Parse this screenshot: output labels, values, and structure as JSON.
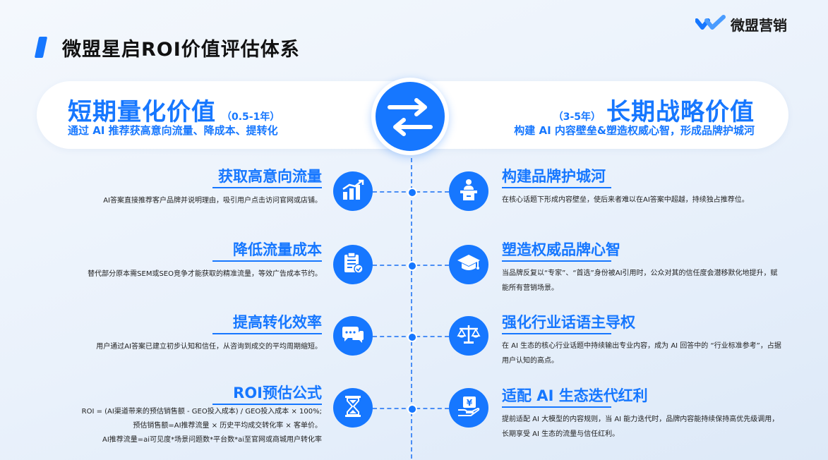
{
  "page_title": "微盟星启ROI价值评估体系",
  "brand": {
    "name": "微盟营销",
    "color": "#1677ff"
  },
  "banner": {
    "left_title": "短期量化价值",
    "left_period": "（0.5-1年）",
    "left_subtitle": "通过 AI 推荐获高意向流量、降成本、提转化",
    "right_period": "（3-5年）",
    "right_title": "长期战略价值",
    "right_subtitle": "构建 AI 内容壁垒&塑造权威心智，形成品牌护城河",
    "center_icon": "exchange-arrows-icon"
  },
  "left_items": [
    {
      "title": "获取高意向流量",
      "icon": "bar-chart-icon",
      "desc": [
        "AI答案直接推荐客户品牌并说明理由，吸引用户点击访问官网或店铺。"
      ]
    },
    {
      "title": "降低流量成本",
      "icon": "clipboard-check-icon",
      "desc": [
        "替代部分原本需SEM或SEO竞争才能获取的精准流量，等效广告成本节约。"
      ]
    },
    {
      "title": "提高转化效率",
      "icon": "chat-bubbles-icon",
      "desc": [
        "用户通过AI答案已建立初步认知和信任，从咨询到成交的平均周期缩短。"
      ]
    },
    {
      "title": "ROI预估公式",
      "icon": "hourglass-icon",
      "desc": [
        "ROI = (AI渠道带来的预估销售额 - GEO投入成本) / GEO投入成本 × 100%;",
        "预估销售额=AI推荐流量 × 历史平均成交转化率 × 客单价。",
        "AI推荐流量=ai可见度*场景问题数*平台数*ai至官网或商城用户转化率"
      ]
    }
  ],
  "right_items": [
    {
      "title": "构建品牌护城河",
      "icon": "podium-speaker-icon",
      "desc": "在核心话题下形成内容壁垒，使后来者难以在AI答案中超越，持续独占推荐位。"
    },
    {
      "title": "塑造权威品牌心智",
      "icon": "graduation-cap-icon",
      "desc": "当品牌反复以“专家”、“首选”身份被AI引用时，公众对其的信任度会潜移默化地提升，赋能所有营销场景。"
    },
    {
      "title": "强化行业话语主导权",
      "icon": "balance-scale-icon",
      "desc": "在 AI 生态的核心行业话题中持续输出专业内容，成为 AI 回答中的 “行业标准参考”，占据用户认知的高点。"
    },
    {
      "title": "适配 AI 生态迭代红利",
      "icon": "yuan-hand-icon",
      "desc": "提前适配 AI 大模型的内容规则，当 AI 能力迭代时，品牌内容能持续保持高优先级调用，长期享受 AI 生态的流量与信任红利。"
    }
  ]
}
